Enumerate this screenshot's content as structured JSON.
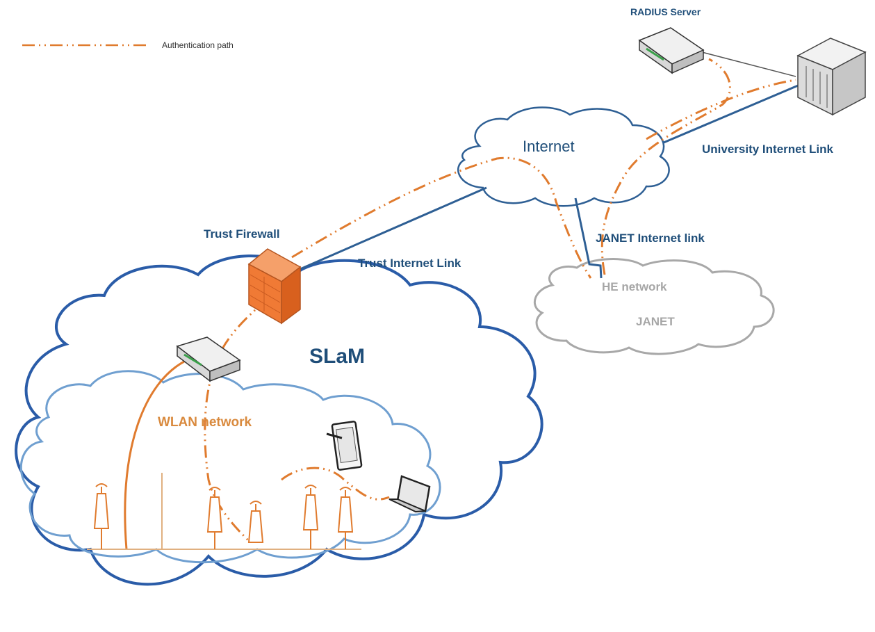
{
  "legend": {
    "auth_path": "Authentication path"
  },
  "labels": {
    "radius_server": "RADIUS Server",
    "internet": "Internet",
    "university_link": "University Internet Link",
    "trust_firewall": "Trust Firewall",
    "trust_link": "Trust Internet Link",
    "janet_link": "JANET Internet link",
    "he_network": "HE network",
    "janet": "JANET",
    "slam": "SLaM",
    "wlan": "WLAN network"
  },
  "colors": {
    "auth_path": "#e07b2e",
    "network_link": "#2e5f94",
    "slam_cloud": "#2a5ca8",
    "wlan_cloud": "#6f9fd0",
    "janet_cloud": "#a8a8a8",
    "firewall": "#f07a35"
  }
}
